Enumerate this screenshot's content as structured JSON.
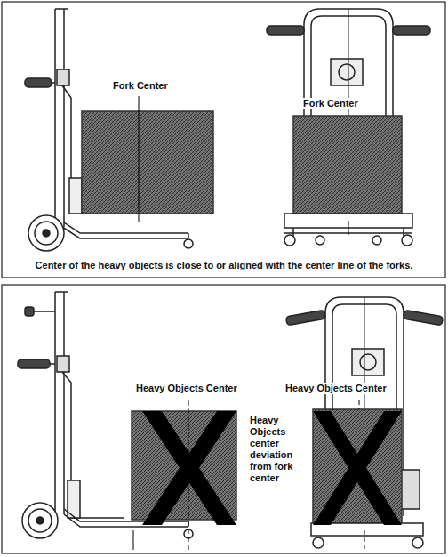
{
  "diagram": {
    "labels": [
      "Fork Center",
      "Fork Center",
      "Center of the heavy objects is close to or aligned with the center line of the forks.",
      "Heavy Objects Center",
      "Heavy Objects Center",
      "Heavy Objects center deviation from fork center"
    ]
  }
}
